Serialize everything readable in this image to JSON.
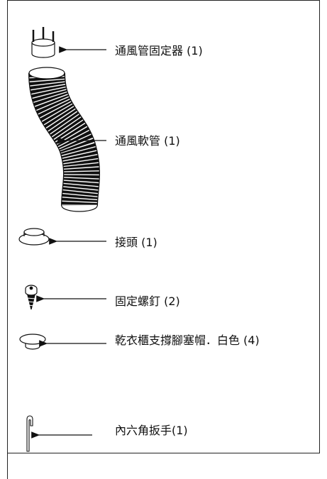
{
  "parts": [
    {
      "label": "通風管固定器 (1)",
      "icon": "duct-clamp-icon"
    },
    {
      "label": "通風軟管 (1)",
      "icon": "flexible-duct-hose-icon"
    },
    {
      "label": "接頭 (1)",
      "icon": "connector-ring-icon"
    },
    {
      "label": "固定螺釘 (2)",
      "icon": "screw-icon"
    },
    {
      "label": "乾衣櫃支撐腳塞帽．白色 (4)",
      "icon": "foot-cap-icon"
    },
    {
      "label": "內六角扳手(1)",
      "icon": "hex-key-icon"
    }
  ]
}
